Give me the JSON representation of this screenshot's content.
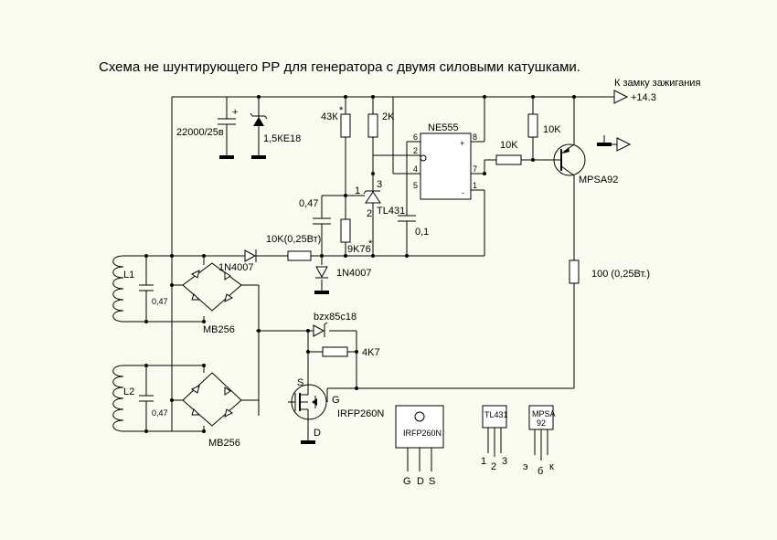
{
  "title": "Схема не шунтирующего РР для генератора с двумя силовыми катушками.",
  "power": {
    "label": "К замку зажигания",
    "voltage": "+14.3"
  },
  "components": {
    "c_big": "22000/25в",
    "tvs": "1,5КЕ18",
    "r43k": "43К",
    "star1": "*",
    "r2k": "2K",
    "ic_555": "NE555",
    "r_base": "10K",
    "r_pull": "10K",
    "q_pnp": "MPSA92",
    "c047_top": "0,47",
    "tl431": "TL431",
    "r9k76": "9K76",
    "star2": "*",
    "c01": "0,1",
    "r10k_025": "10K(0,25Вт)",
    "d_1n4007a": "1N4007",
    "d_1n4007b": "1N4007",
    "r100": "100 (0,25Вт.)",
    "l1": "L1",
    "l2": "L2",
    "c_l1": "0,47",
    "c_l2": "0,47",
    "bridge1": "MB256",
    "bridge2": "MB256",
    "zener": "bzx85c18",
    "r4k7": "4K7",
    "mosfet": "IRFP260N",
    "pin_s": "S",
    "pin_g": "G",
    "pin_d": "D"
  },
  "ic_pins": {
    "p6": "6",
    "p2": "2",
    "p4": "4",
    "p5": "5",
    "p8": "8",
    "p7": "7",
    "p1": "1",
    "plus": "+",
    "minus": "-"
  },
  "tl_pins": {
    "p1": "1",
    "p2": "2",
    "p3": "3"
  },
  "packages": {
    "to247": {
      "name": "IRFP260N",
      "pins": [
        "G",
        "D",
        "S"
      ]
    },
    "tl431": {
      "name": "TL431",
      "pins": [
        "1",
        "2",
        "3"
      ]
    },
    "mpsa92": {
      "name_l1": "MPSA",
      "name_l2": "92",
      "pins": [
        "э",
        "б",
        "к"
      ]
    }
  }
}
